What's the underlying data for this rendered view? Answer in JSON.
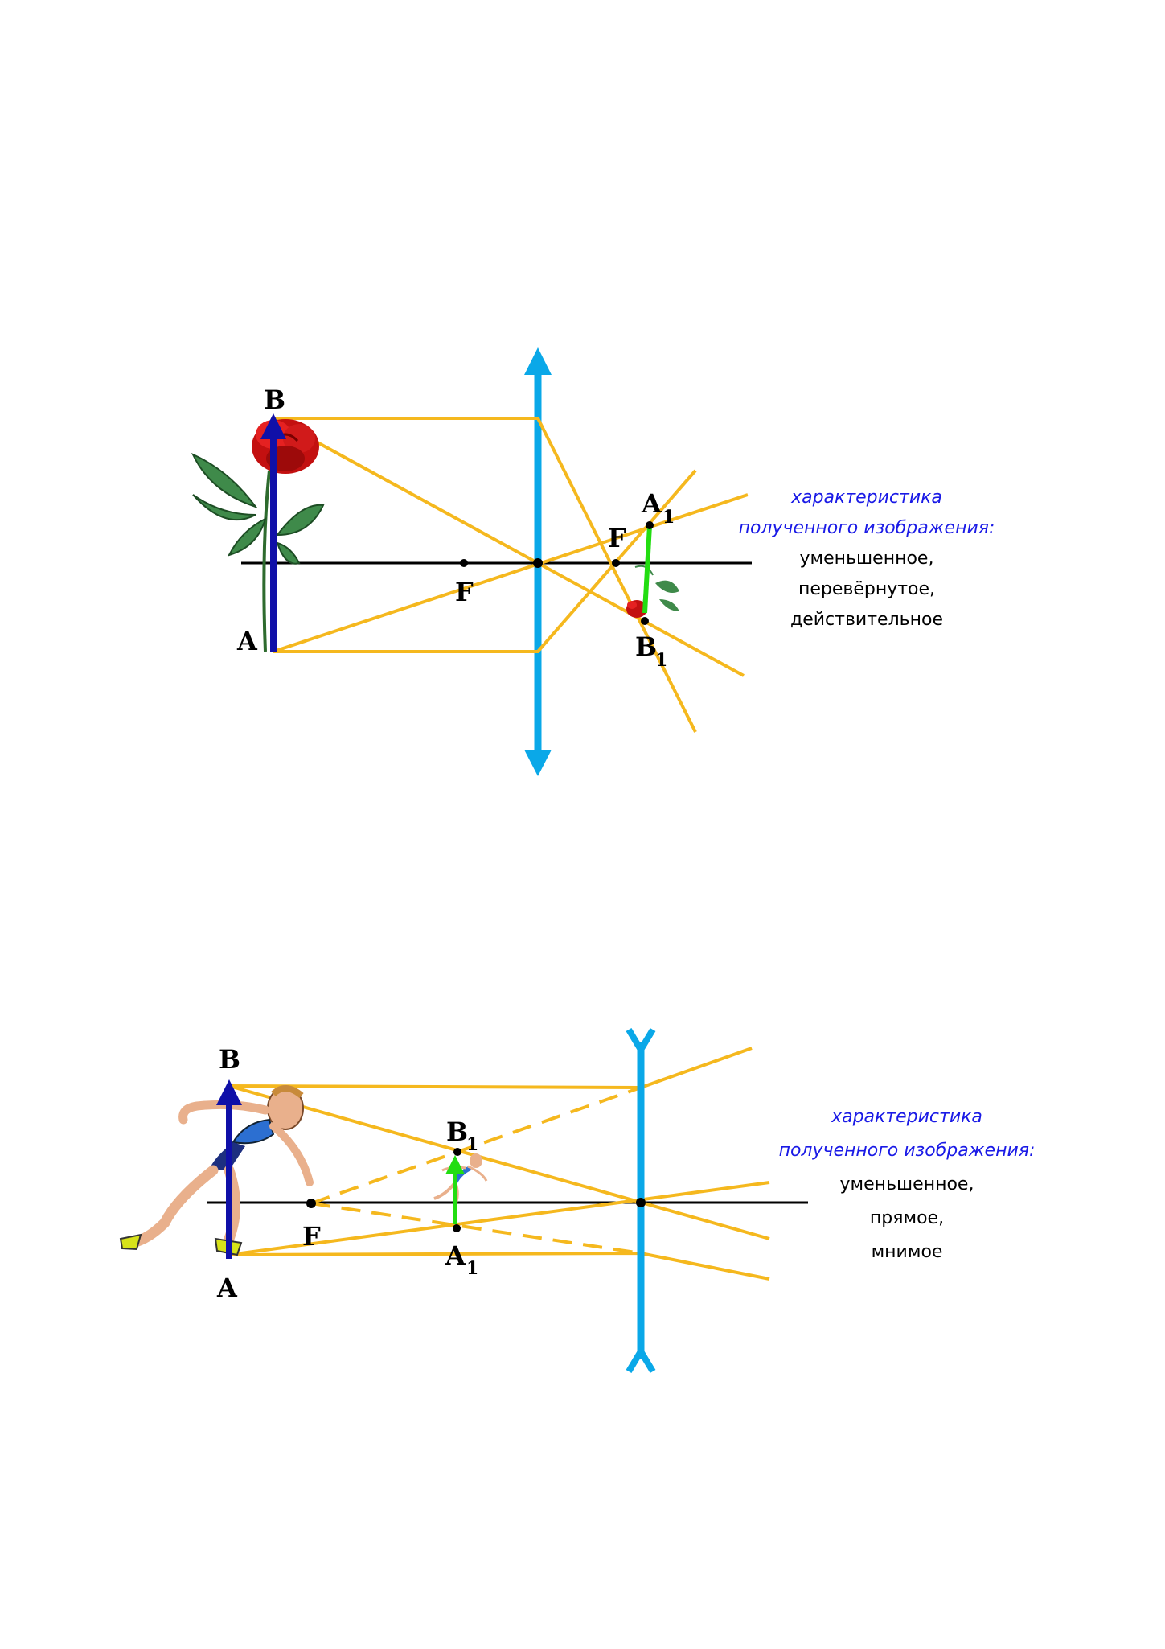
{
  "colors": {
    "ray": "#f5b81e",
    "lens": "#0aa8e8",
    "object": "#1010a8",
    "image": "#22dd11",
    "axis": "#000000",
    "caption_heading": "#1a1ae6"
  },
  "diagram1": {
    "lens_type": "converging",
    "labels": {
      "B": "B",
      "A": "A",
      "F_left": "F",
      "F_right": "F",
      "A1": "A",
      "A1_sub": "1",
      "B1": "B",
      "B1_sub": "1"
    },
    "object_icon": "rose-icon",
    "image_icon": "small-inverted-rose-icon",
    "caption": {
      "heading1": "характеристика",
      "heading2": "полученного изображения:",
      "lines": [
        "уменьшенное,",
        "перевёрнутое,",
        "действительное"
      ]
    }
  },
  "diagram2": {
    "lens_type": "diverging",
    "labels": {
      "B": "B",
      "A": "A",
      "F": "F",
      "B1": "B",
      "B1_sub": "1",
      "A1": "A",
      "A1_sub": "1"
    },
    "object_icon": "runner-icon",
    "image_icon": "small-runner-icon",
    "caption": {
      "heading1": "характеристика",
      "heading2": "полученного изображения:",
      "lines": [
        "уменьшенное,",
        "прямое,",
        "мнимое"
      ]
    }
  }
}
